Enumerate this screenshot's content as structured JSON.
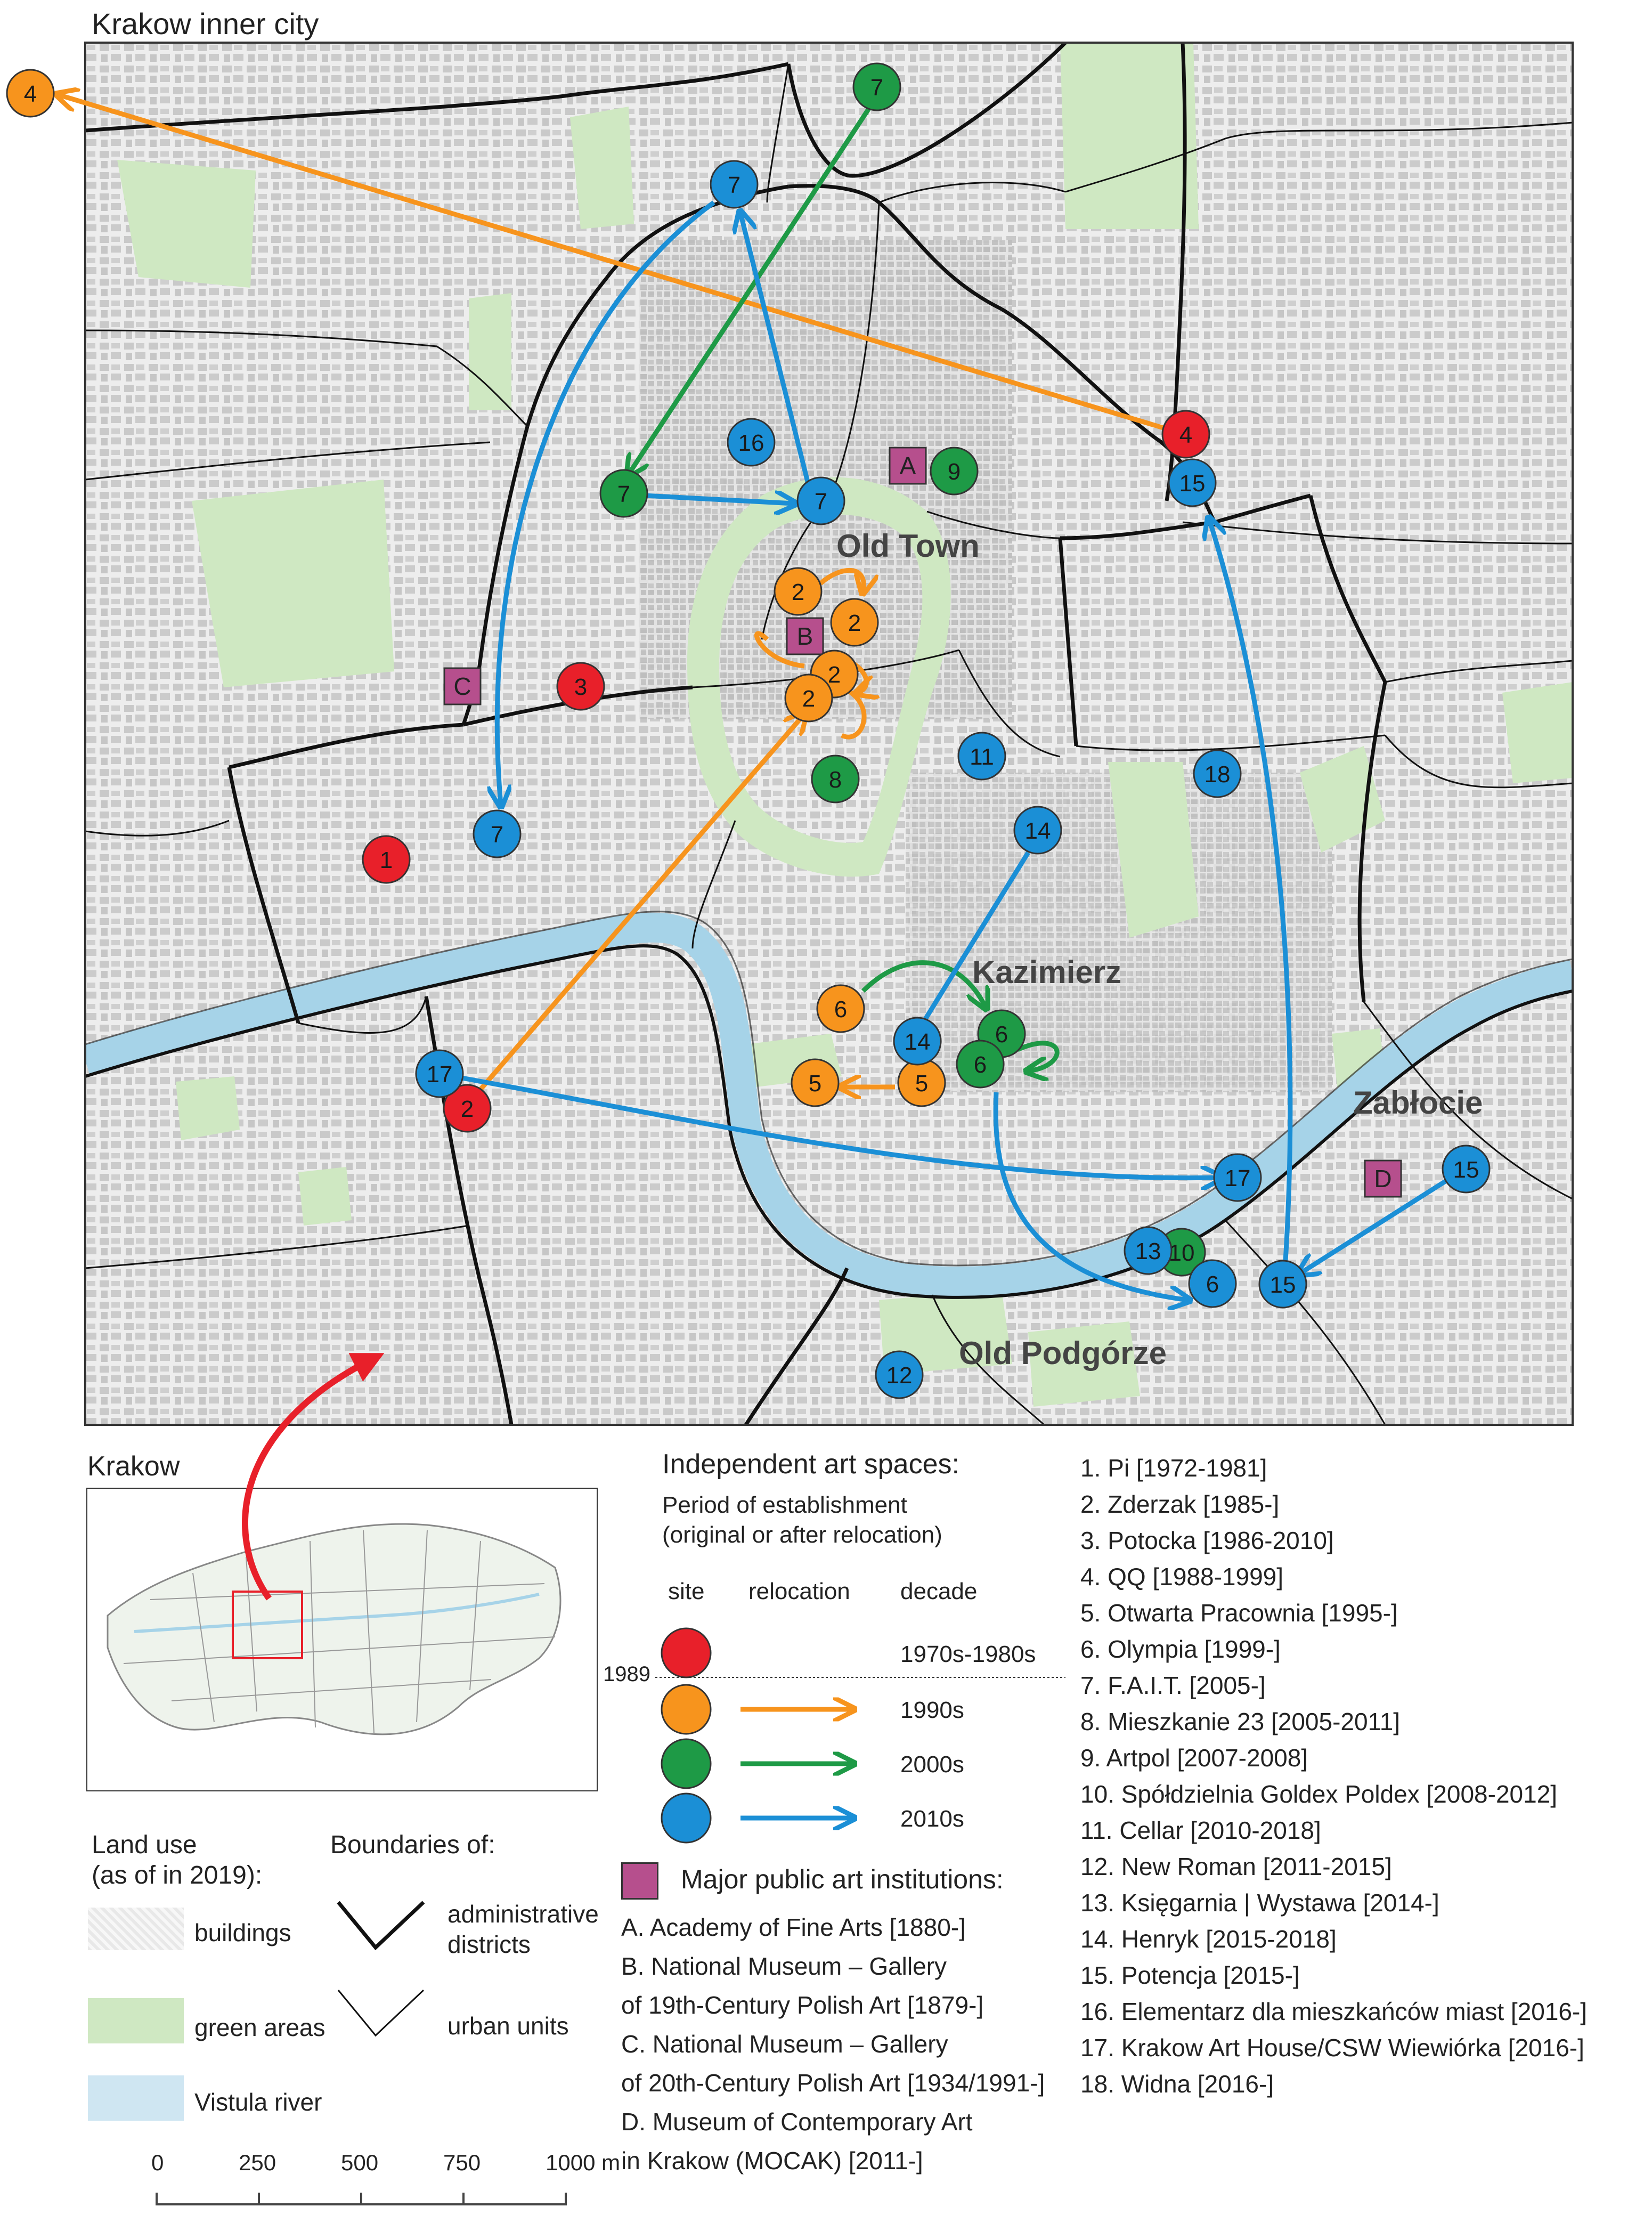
{
  "map": {
    "title": "Krakow inner city",
    "areas": {
      "old_town": "Old Town",
      "kazimierz": "Kazimierz",
      "zablocie": "Zabłocie",
      "old_podgorze": "Old Podgórze"
    },
    "markers": [
      {
        "label": "1",
        "category": "1970s-1980s"
      },
      {
        "label": "3",
        "category": "1970s-1980s"
      },
      {
        "label": "2",
        "category": "1970s-1980s"
      },
      {
        "label": "4",
        "category": "1970s-1980s"
      },
      {
        "label": "4",
        "category": "1990s"
      },
      {
        "label": "2",
        "category": "1990s"
      },
      {
        "label": "2",
        "category": "1990s"
      },
      {
        "label": "2",
        "category": "1990s"
      },
      {
        "label": "2",
        "category": "1990s"
      },
      {
        "label": "6",
        "category": "1990s"
      },
      {
        "label": "5",
        "category": "1990s"
      },
      {
        "label": "5",
        "category": "1990s"
      },
      {
        "label": "7",
        "category": "2000s"
      },
      {
        "label": "7",
        "category": "2000s"
      },
      {
        "label": "9",
        "category": "2000s"
      },
      {
        "label": "8",
        "category": "2000s"
      },
      {
        "label": "6",
        "category": "2000s"
      },
      {
        "label": "6",
        "category": "2000s"
      },
      {
        "label": "10",
        "category": "2000s"
      },
      {
        "label": "7",
        "category": "2010s"
      },
      {
        "label": "16",
        "category": "2010s"
      },
      {
        "label": "7",
        "category": "2010s"
      },
      {
        "label": "15",
        "category": "2010s"
      },
      {
        "label": "11",
        "category": "2010s"
      },
      {
        "label": "18",
        "category": "2010s"
      },
      {
        "label": "14",
        "category": "2010s"
      },
      {
        "label": "7",
        "category": "2010s"
      },
      {
        "label": "14",
        "category": "2010s"
      },
      {
        "label": "17",
        "category": "2010s"
      },
      {
        "label": "17",
        "category": "2010s"
      },
      {
        "label": "15",
        "category": "2010s"
      },
      {
        "label": "13",
        "category": "2010s"
      },
      {
        "label": "6",
        "category": "2010s"
      },
      {
        "label": "15",
        "category": "2010s"
      },
      {
        "label": "12",
        "category": "2010s"
      }
    ],
    "institution_markers": [
      "A",
      "B",
      "C",
      "D"
    ],
    "colors": {
      "1970s-1980s": "#e8202a",
      "1990s": "#f7941d",
      "2000s": "#1e9a46",
      "2010s": "#1b8fd6",
      "institution": "#b64f8d",
      "river": "#a6d3e8",
      "green": "#cfe8c2",
      "buildings": "#c8c8c8"
    }
  },
  "inset": {
    "label": "Krakow"
  },
  "legend": {
    "title": "Independent art spaces:",
    "subtitle_line1": "Period of establishment",
    "subtitle_line2": "(original or after relocation)",
    "col_site": "site",
    "col_relocation": "relocation",
    "col_decade": "decade",
    "year_marker": "1989",
    "decades": [
      "1970s-1980s",
      "1990s",
      "2000s",
      "2010s"
    ],
    "institutions_title": "Major public art institutions:",
    "institutions": [
      "A. Academy of Fine Arts [1880-]",
      "B. National Museum – Gallery",
      "of 19th-Century Polish Art [1879-]",
      "C. National Museum – Gallery",
      "of 20th-Century Polish Art [1934/1991-]",
      "D. Museum of Contemporary Art",
      "in Krakow (MOCAK) [2011-]"
    ],
    "land_use_title_line1": "Land use",
    "land_use_title_line2": "(as of in 2019):",
    "land_use": [
      "buildings",
      "green areas",
      "Vistula river"
    ],
    "boundaries_title": "Boundaries of:",
    "boundaries_admin_line1": "administrative",
    "boundaries_admin_line2": "districts",
    "boundaries_urban": "urban units",
    "scale": [
      "0",
      "250",
      "500",
      "750",
      "1000 m"
    ]
  },
  "spaces_list": [
    "1. Pi [1972-1981]",
    "2. Zderzak [1985-]",
    "3. Potocka [1986-2010]",
    "4. QQ [1988-1999]",
    "5. Otwarta Pracownia [1995-]",
    "6. Olympia [1999-]",
    "7. F.A.I.T. [2005-]",
    "8. Mieszkanie 23 [2005-2011]",
    "9. Artpol [2007-2008]",
    "10. Spółdzielnia Goldex Poldex [2008-2012]",
    "11. Cellar [2010-2018]",
    "12. New Roman [2011-2015]",
    "13. Księgarnia | Wystawa [2014-]",
    "14. Henryk [2015-2018]",
    "15. Potencja [2015-]",
    "16. Elementarz dla mieszkańców miast [2016-]",
    "17. Krakow Art House/CSW Wiewiórka [2016-]",
    "18. Widna [2016-]"
  ]
}
